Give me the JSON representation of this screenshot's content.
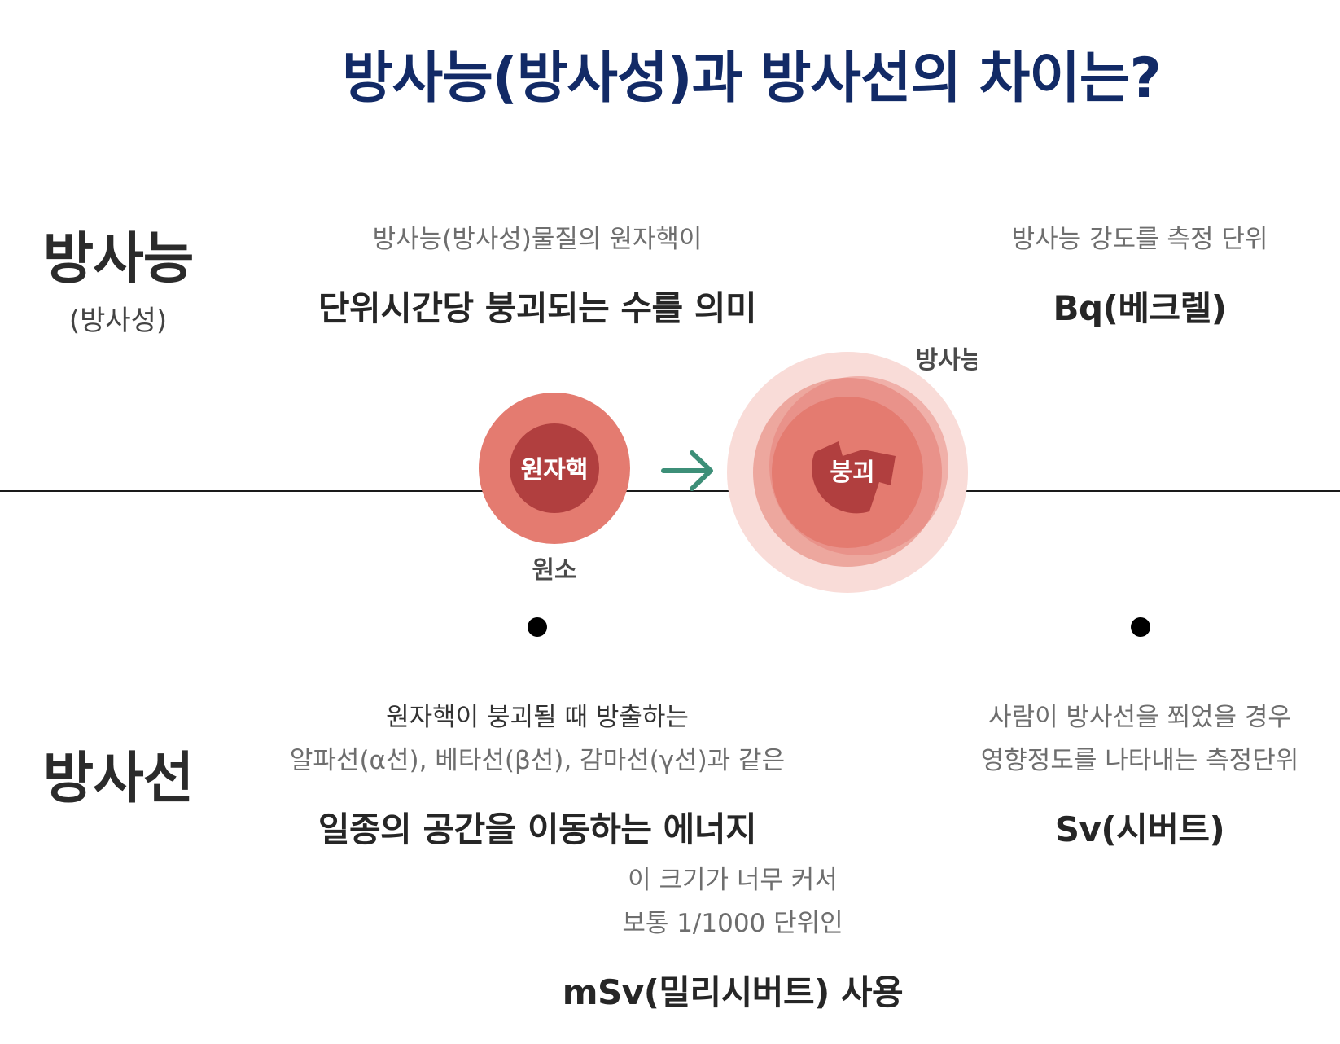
{
  "title": "방사능(방사성)과 방사선의 차이는?",
  "radioactivity": {
    "label": "방사능",
    "label_sub": "(방사성)",
    "definition_sub": "방사능(방사성)물질의 원자핵이",
    "definition_main": "단위시간당 붕괴되는 수를 의미",
    "unit_sub": "방사능 강도를 측정 단위",
    "unit_main": "Bq(베크렐)"
  },
  "diagram": {
    "nucleus_label": "원자핵",
    "element_label": "원소",
    "decay_label": "붕괴",
    "radioactivity_label": "방사능",
    "colors": {
      "outer": "#e47b70",
      "inner": "#b13f3f",
      "halo": "#f9dcd8",
      "arrow": "#3d8f78"
    }
  },
  "radiation": {
    "label": "방사선",
    "definition_sub_1": "원자핵이 붕괴될 때 방출하는",
    "definition_sub_2": "알파선(α선), 베타선(β선), 감마선(γ선)과 같은",
    "definition_main": "일종의 공간을 이동하는 에너지",
    "unit_sub_1": "사람이 방사선을 쬐었을 경우",
    "unit_sub_2": "영향정도를 나타내는 측정단위",
    "unit_main": "Sv(시버트)",
    "note_sub_1": "이 크기가 너무 커서",
    "note_sub_2": "보통 1/1000 단위인",
    "note_main": "mSv(밀리시버트) 사용"
  }
}
